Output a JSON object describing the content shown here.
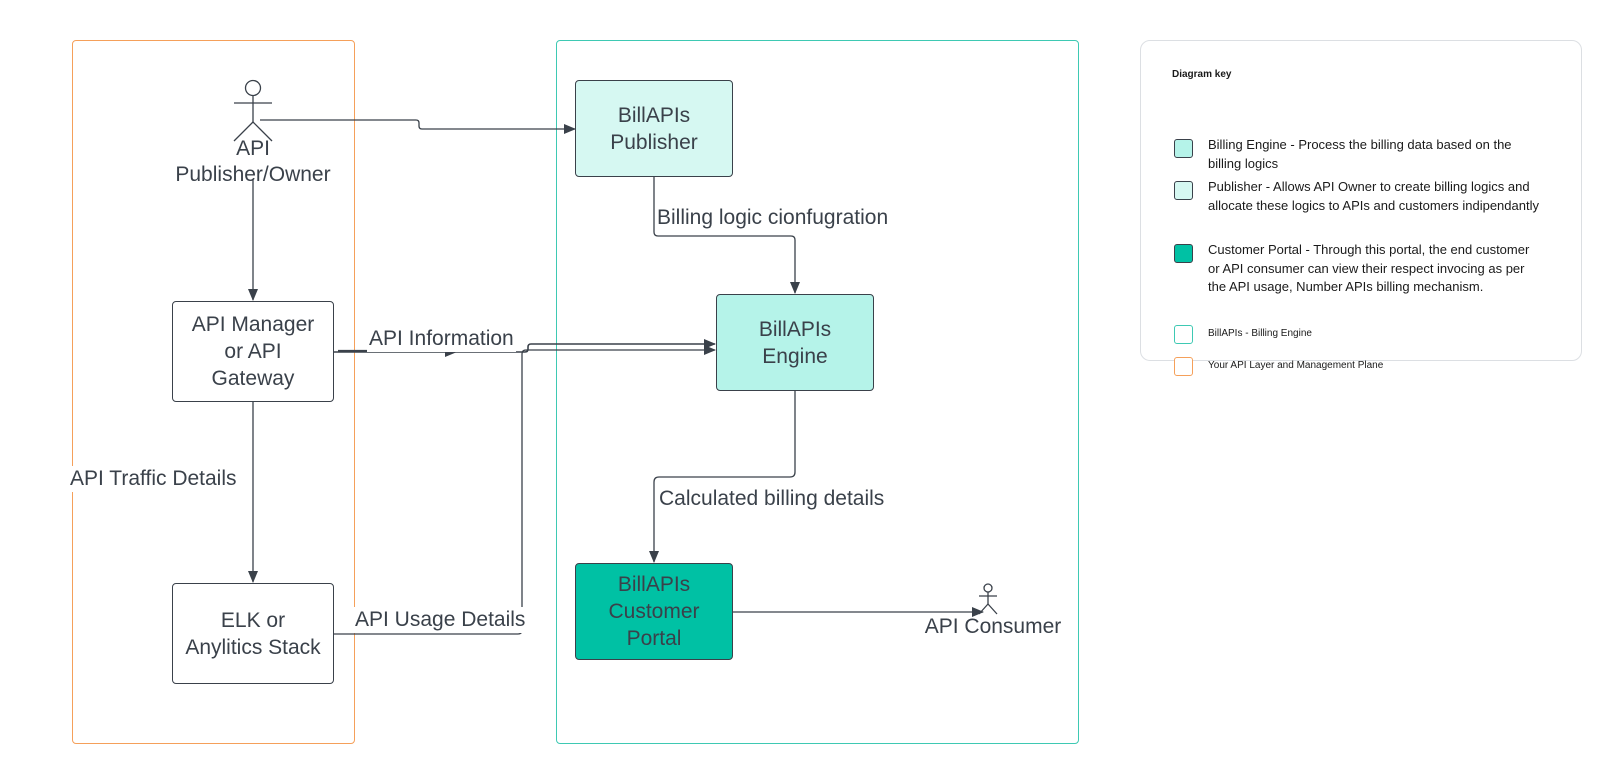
{
  "colors": {
    "orange_frame": "#f5a05a",
    "teal_frame": "#3ec9b3",
    "engine_fill": "#b5f3e9",
    "publisher_fill": "#d6f8f2",
    "portal_fill": "#00c1a4",
    "line": "#3a414a"
  },
  "actors": {
    "publisher": "API Publisher/Owner",
    "consumer": "API Consumer"
  },
  "nodes": {
    "api_manager": "API Manager\nor API\nGateway",
    "elk": "ELK or\nAnylitics Stack",
    "publisher": "BillAPIs\nPublisher",
    "engine": "BillAPIs\nEngine",
    "portal": "BillAPIs\nCustomer\nPortal"
  },
  "edges": {
    "billing_config": "Billing logic cionfugration",
    "api_info": "API Information",
    "traffic": "API Traffic Details",
    "usage": "API Usage Details",
    "calc": "Calculated billing details"
  },
  "legend": {
    "title": "Diagram key",
    "items": [
      {
        "text": "Billing Engine - Process the billing data based on the billing logics",
        "swatch_fill": "#b5f3e9",
        "swatch_border": "#3a414a"
      },
      {
        "text": "Publisher - Allows API Owner to create billing logics and allocate these logics to APIs and customers indipendantly",
        "swatch_fill": "#d6f8f2",
        "swatch_border": "#3a414a"
      },
      {
        "text": "Customer Portal - Through this portal, the end customer or API consumer can view their respect invocing as per the API usage, Number APIs billing mechanism.",
        "swatch_fill": "#00c1a4",
        "swatch_border": "#3a414a"
      },
      {
        "text": "BillAPIs - Billing Engine",
        "swatch_fill": "#ffffff",
        "swatch_border": "#3ec9b3"
      },
      {
        "text": "Your API Layer  and Management Plane",
        "swatch_fill": "#ffffff",
        "swatch_border": "#f5a05a"
      }
    ]
  }
}
